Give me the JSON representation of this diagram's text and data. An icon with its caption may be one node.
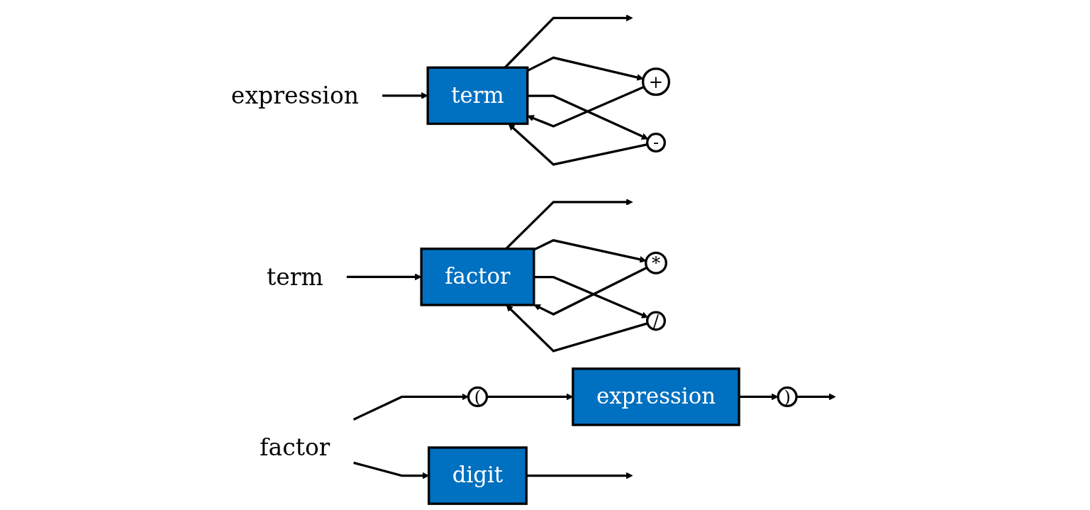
{
  "diagram": {
    "nodes": [
      {
        "text": [
          "expression"
        ]
      },
      {
        "text": [
          "term"
        ]
      },
      {
        "text": [
          "+"
        ]
      },
      {
        "text": [
          "-"
        ]
      },
      {
        "text": [
          "term"
        ]
      },
      {
        "text": [
          "factor"
        ]
      },
      {
        "text": [
          "*"
        ]
      },
      {
        "text": [
          "/"
        ]
      },
      {
        "text": [
          "factor"
        ]
      },
      {
        "text": [
          "("
        ]
      },
      {
        "text": [
          "expression"
        ]
      },
      {
        "text": [
          ")"
        ]
      },
      {
        "text": [
          "digit"
        ]
      }
    ],
    "edges": [
      {
        "from": 0,
        "to": 1,
        "arrow": "to"
      },
      {
        "from": 1,
        "to": null,
        "arrow": "to"
      },
      {
        "from": 1,
        "to": 2,
        "arrow": "to"
      },
      {
        "from": 1,
        "to": 3,
        "arrow": "to"
      },
      {
        "from": 2,
        "to": 1,
        "arrow": "to"
      },
      {
        "from": 3,
        "to": 1,
        "arrow": "to"
      },
      {
        "from": 4,
        "to": 5,
        "arrow": "to"
      },
      {
        "from": 5,
        "to": null,
        "arrow": "to"
      },
      {
        "from": 5,
        "to": 6,
        "arrow": "to"
      },
      {
        "from": 5,
        "to": 7,
        "arrow": "to"
      },
      {
        "from": 6,
        "to": 5,
        "arrow": "to"
      },
      {
        "from": 7,
        "to": 5,
        "arrow": "to"
      },
      {
        "from": 8,
        "to": 9,
        "arrow": "to"
      },
      {
        "from": 8,
        "to": 12,
        "arrow": "to"
      },
      {
        "from": 9,
        "to": 10,
        "arrow": "to"
      },
      {
        "from": 10,
        "to": 11,
        "arrow": "to"
      },
      {
        "from": 11,
        "to": null,
        "arrow": "to"
      },
      {
        "from": 12,
        "to": null,
        "arrow": "to"
      }
    ]
  }
}
